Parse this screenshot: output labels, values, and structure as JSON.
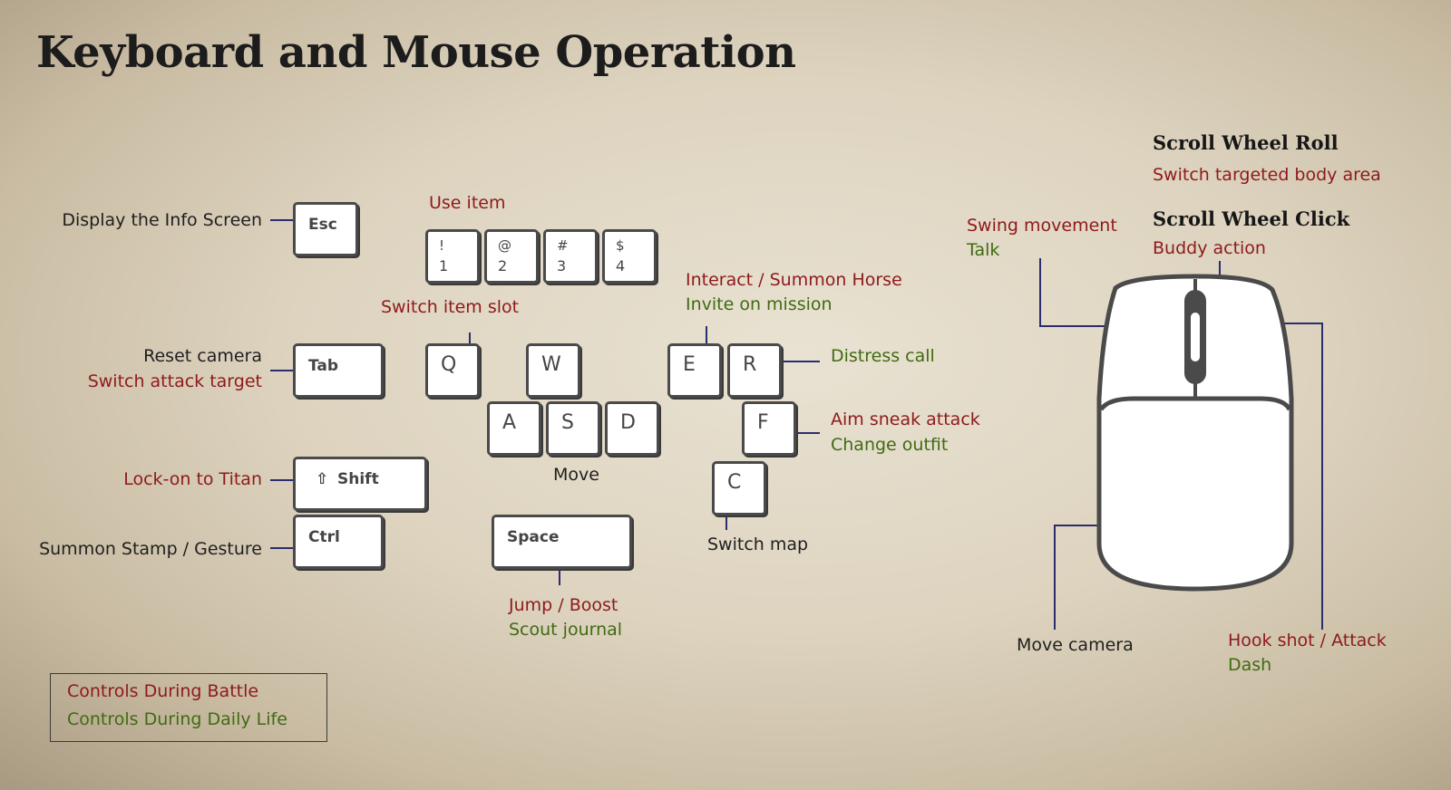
{
  "title": "Keyboard and Mouse Operation",
  "keys": {
    "esc": "Esc",
    "tab": "Tab",
    "shift": "Shift",
    "ctrl": "Ctrl",
    "space": "Space",
    "q": "Q",
    "w": "W",
    "e": "E",
    "r": "R",
    "a": "A",
    "s": "S",
    "d": "D",
    "f": "F",
    "c": "C",
    "num": [
      {
        "sym": "!",
        "num": "1"
      },
      {
        "sym": "@",
        "num": "2"
      },
      {
        "sym": "#",
        "num": "3"
      },
      {
        "sym": "$",
        "num": "4"
      }
    ]
  },
  "labels": {
    "info_screen": "Display the Info Screen",
    "use_item": "Use item",
    "switch_item_slot": "Switch item slot",
    "reset_camera": "Reset camera",
    "switch_attack_target": "Switch attack target",
    "lock_on_titan": "Lock-on to Titan",
    "summon_stamp": "Summon Stamp / Gesture",
    "move": "Move",
    "jump_boost": "Jump / Boost",
    "scout_journal": "Scout journal",
    "interact_horse": "Interact / Summon Horse",
    "invite_mission": "Invite on mission",
    "distress_call": "Distress call",
    "aim_sneak": "Aim sneak attack",
    "change_outfit": "Change outfit",
    "switch_map": "Switch map"
  },
  "mouse": {
    "scroll_roll_title": "Scroll Wheel Roll",
    "scroll_roll_action": "Switch targeted body area",
    "scroll_click_title": "Scroll Wheel Click",
    "scroll_click_action": "Buddy action",
    "swing_movement": "Swing movement",
    "talk": "Talk",
    "move_camera": "Move camera",
    "hook_shot": "Hook shot / Attack",
    "dash": "Dash"
  },
  "legend": {
    "battle": "Controls During Battle",
    "daily_life": "Controls During Daily Life"
  },
  "colors": {
    "battle": "#8e1a1c",
    "daily_life": "#3f6b12",
    "connector": "#2b2d6e",
    "key_border": "#4a4a4a"
  }
}
